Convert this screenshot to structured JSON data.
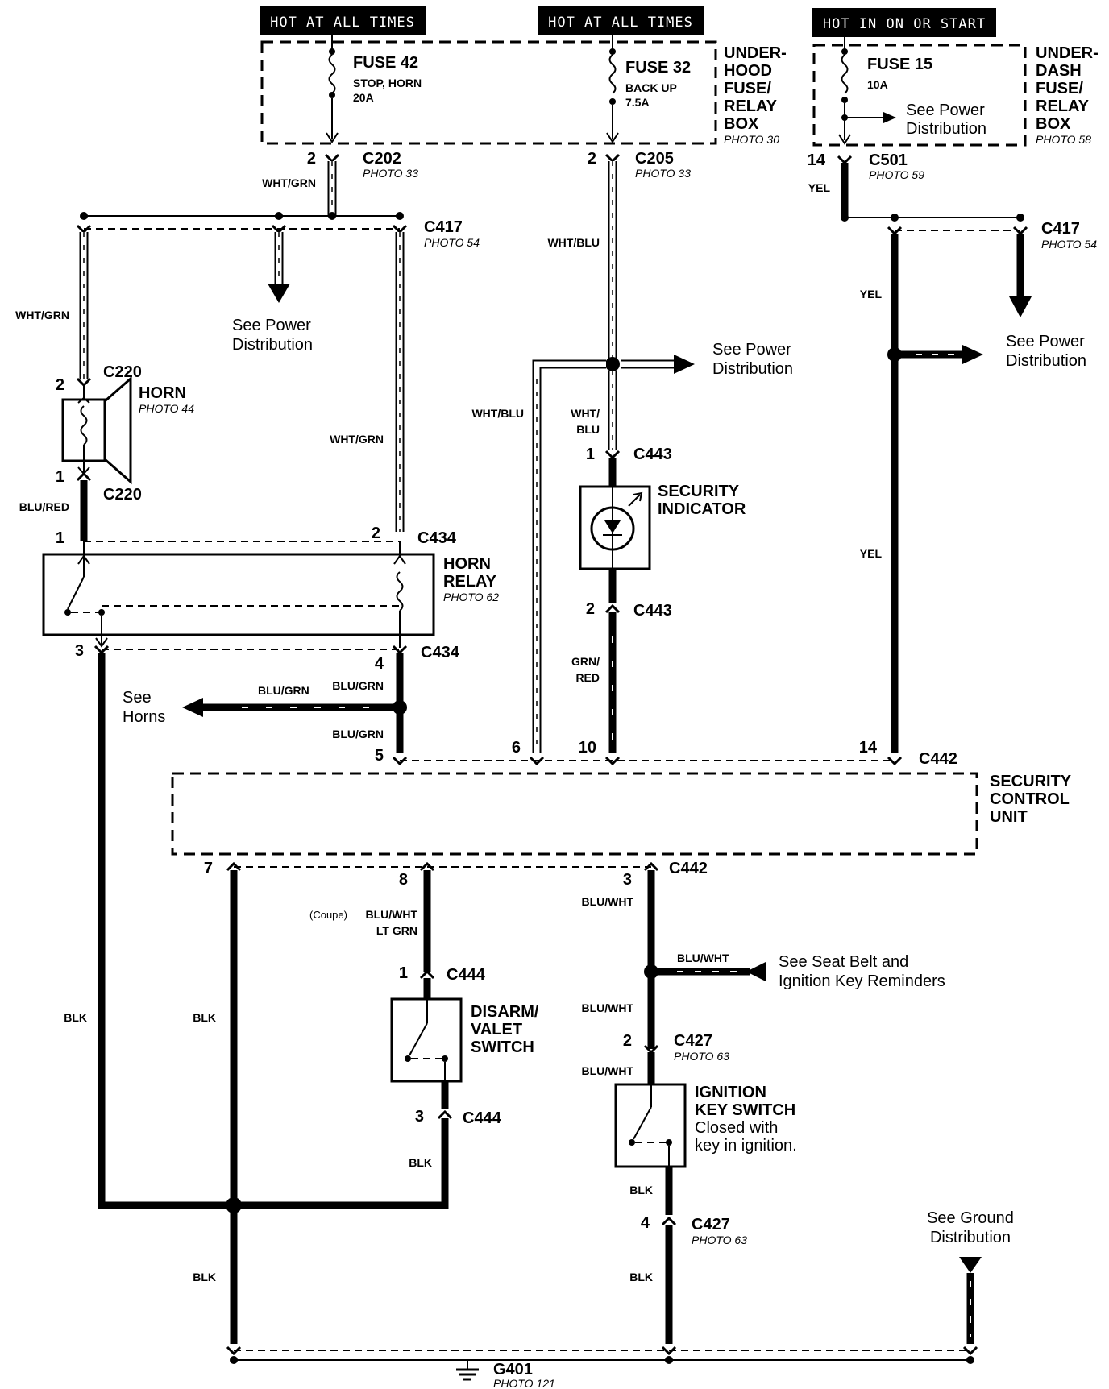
{
  "tags": {
    "hot1": "HOT AT ALL TIMES",
    "hot2": "HOT AT ALL TIMES",
    "hot3": "HOT IN ON OR START"
  },
  "fuse_boxes": {
    "underhood": {
      "l1": "UNDER-",
      "l2": "HOOD",
      "l3": "FUSE/",
      "l4": "RELAY",
      "l5": "BOX",
      "photo": "PHOTO 30"
    },
    "underdash": {
      "l1": "UNDER-",
      "l2": "DASH",
      "l3": "FUSE/",
      "l4": "RELAY",
      "l5": "BOX",
      "photo": "PHOTO 58"
    }
  },
  "fuses": {
    "f42": {
      "name": "FUSE 42",
      "desc": "STOP, HORN",
      "amp": "20A"
    },
    "f32": {
      "name": "FUSE 32",
      "desc": "BACK UP",
      "amp": "7.5A"
    },
    "f15": {
      "name": "FUSE 15",
      "amp": "10A",
      "see1": "See Power",
      "see2": "Distribution"
    }
  },
  "connectors": {
    "c202": {
      "name": "C202",
      "photo": "PHOTO 33",
      "pin": "2"
    },
    "c205": {
      "name": "C205",
      "photo": "PHOTO 33",
      "pin": "2"
    },
    "c501": {
      "name": "C501",
      "photo": "PHOTO 59",
      "pin": "14"
    },
    "c417a": {
      "name": "C417",
      "photo": "PHOTO 54"
    },
    "c417b": {
      "name": "C417",
      "photo": "PHOTO 54"
    },
    "c220a": {
      "name": "C220",
      "pin": "2"
    },
    "c220b": {
      "name": "C220",
      "pin": "1"
    },
    "c434a": {
      "name": "C434",
      "pin1": "1",
      "pin2": "2"
    },
    "c434b": {
      "name": "C434",
      "pin3": "3",
      "pin4": "4"
    },
    "c443a": {
      "name": "C443",
      "pin": "1"
    },
    "c443b": {
      "name": "C443",
      "pin": "2"
    },
    "c442a": {
      "name": "C442",
      "p5": "5",
      "p6": "6",
      "p10": "10",
      "p14": "14"
    },
    "c442b": {
      "name": "C442",
      "p7": "7",
      "p8": "8",
      "p3": "3"
    },
    "c444a": {
      "name": "C444",
      "pin": "1"
    },
    "c444b": {
      "name": "C444",
      "pin": "3"
    },
    "c427a": {
      "name": "C427",
      "photo": "PHOTO 63",
      "pin": "2"
    },
    "c427b": {
      "name": "C427",
      "photo": "PHOTO 63",
      "pin": "4"
    },
    "g401": {
      "name": "G401",
      "photo": "PHOTO 121"
    }
  },
  "components": {
    "horn": {
      "name": "HORN",
      "photo": "PHOTO 44"
    },
    "relay": {
      "l1": "HORN",
      "l2": "RELAY",
      "photo": "PHOTO 62"
    },
    "indicator": {
      "l1": "SECURITY",
      "l2": "INDICATOR"
    },
    "scu": {
      "l1": "SECURITY",
      "l2": "CONTROL",
      "l3": "UNIT"
    },
    "disarm": {
      "l1": "DISARM/",
      "l2": "VALET",
      "l3": "SWITCH"
    },
    "ignition": {
      "l1": "IGNITION",
      "l2": "KEY SWITCH",
      "l3": "Closed with",
      "l4": "key in ignition."
    }
  },
  "wires": {
    "wg1": "WHT/GRN",
    "wg2": "WHT/GRN",
    "wg3": "WHT/GRN",
    "wb1": "WHT/BLU",
    "wb2": "WHT/BLU",
    "wb3a": "WHT/",
    "wb3b": "BLU",
    "yel1": "YEL",
    "yel2": "YEL",
    "yel3": "YEL",
    "blured": "BLU/RED",
    "bg1": "BLU/GRN",
    "bg2": "BLU/GRN",
    "bg3": "BLU/GRN",
    "grnred1": "GRN/",
    "grnred2": "RED",
    "coupe": "(Coupe)",
    "bw_coupe": "BLU/WHT",
    "ltgrn": "LT GRN",
    "bw1": "BLU/WHT",
    "bw2": "BLU/WHT",
    "bw3": "BLU/WHT",
    "bw4": "BLU/WHT",
    "blk1": "BLK",
    "blk2": "BLK",
    "blk3": "BLK",
    "blk4": "BLK",
    "blk5": "BLK",
    "blk6": "BLK"
  },
  "refs": {
    "pd1a": "See Power",
    "pd1b": "Distribution",
    "pd2a": "See Power",
    "pd2b": "Distribution",
    "pd3a": "See Power",
    "pd3b": "Distribution",
    "horns1": "See",
    "horns2": "Horns",
    "seat1": "See Seat Belt and",
    "seat2": "Ignition Key Reminders",
    "gnd1": "See Ground",
    "gnd2": "Distribution"
  }
}
